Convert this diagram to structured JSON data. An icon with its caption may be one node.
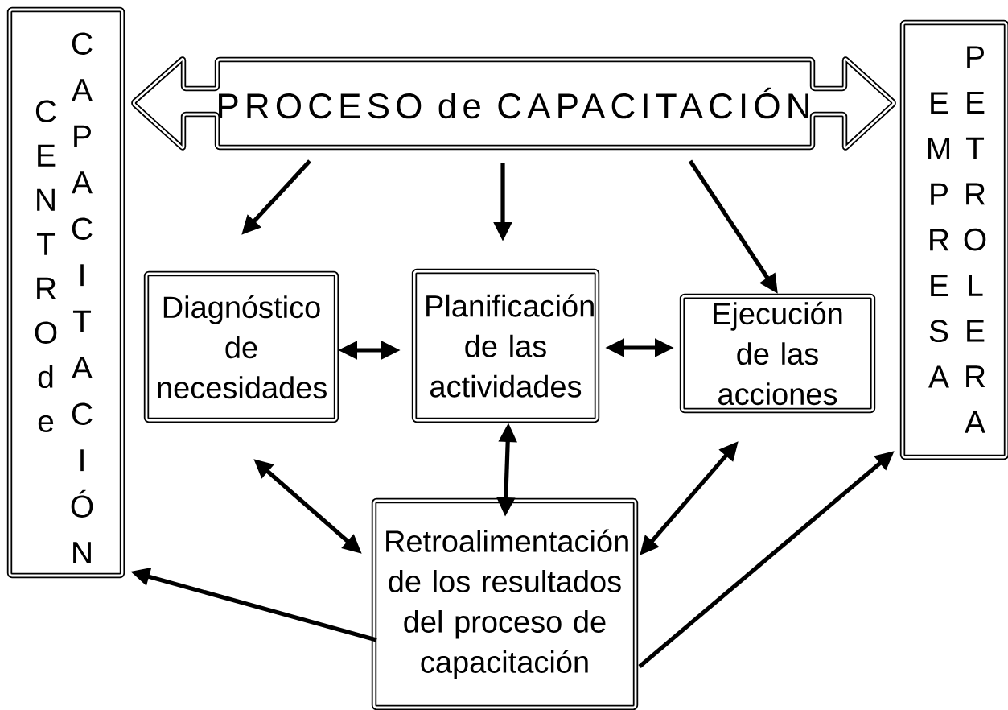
{
  "diagram": {
    "nodes": [
      {
        "text": [
          "CENTRO de",
          "CAPACITACIÓN"
        ]
      },
      {
        "text": [
          "PROCESO de CAPACITACIÓN"
        ]
      },
      {
        "text": [
          "EMPRESA",
          "PETROLERA"
        ]
      },
      {
        "text": [
          "Diagnóstico de necesidades"
        ]
      },
      {
        "text": [
          "Planificación de las actividades"
        ]
      },
      {
        "text": [
          "Ejecución de las acciones"
        ]
      },
      {
        "text": [
          "Retroalimentación de los resultados del proceso de capacitación"
        ]
      }
    ],
    "edges": [
      {
        "from": 1,
        "to": 3,
        "arrow": "to"
      },
      {
        "from": 1,
        "to": 4,
        "arrow": "to"
      },
      {
        "from": 1,
        "to": 5,
        "arrow": "to"
      },
      {
        "from": 3,
        "to": 4,
        "arrow": "both"
      },
      {
        "from": 4,
        "to": 5,
        "arrow": "both"
      },
      {
        "from": 3,
        "to": 6,
        "arrow": "both"
      },
      {
        "from": 4,
        "to": 6,
        "arrow": "both"
      },
      {
        "from": 5,
        "to": 6,
        "arrow": "both"
      },
      {
        "from": 6,
        "to": 0,
        "arrow": "to"
      },
      {
        "from": 6,
        "to": 2,
        "arrow": "to"
      }
    ]
  }
}
